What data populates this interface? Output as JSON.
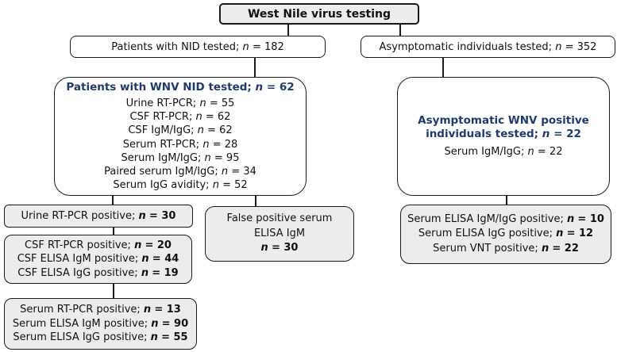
{
  "colors": {
    "header_blue": "#1f3a6e",
    "fill_gray": "#ececec",
    "fill_white": "#ffffff",
    "line": "#1a1a1a"
  },
  "boxes": {
    "top": {
      "label": "West Nile virus testing"
    },
    "nid_tested": {
      "pre": "Patients with NID tested;",
      "n": "n",
      "val": "= 182"
    },
    "asym_tested": {
      "pre": "Asymptomatic individuals tested;",
      "n": "n",
      "val": "= 352"
    },
    "wnv_nid_tested": {
      "header": {
        "pre": "Patients with WNV NID tested;",
        "n": "n",
        "val": "= 62"
      },
      "tests": [
        {
          "pre": "Urine RT-PCR;",
          "n": "n",
          "val": "= 55"
        },
        {
          "pre": "CSF RT-PCR;",
          "n": "n",
          "val": "= 62"
        },
        {
          "pre": "CSF IgM/IgG;",
          "n": "n",
          "val": "= 62"
        },
        {
          "pre": "Serum RT-PCR;",
          "n": "n",
          "val": "= 28"
        },
        {
          "pre": "Serum IgM/IgG;",
          "n": "n",
          "val": "= 95"
        },
        {
          "pre": "Paired serum IgM/IgG;",
          "n": "n",
          "val": "= 34"
        },
        {
          "pre": "Serum IgG avidity;",
          "n": "n",
          "val": "= 52"
        }
      ]
    },
    "asym_wnv_positive": {
      "header_line1": "Asymptomatic WNV positive",
      "header_line2": {
        "pre": "individuals tested;",
        "n": "n",
        "val": "= 22"
      },
      "test": {
        "pre": "Serum IgM/IgG;",
        "n": "n",
        "val": "= 22"
      }
    },
    "urine_positive": {
      "pre": "Urine RT-PCR positive;",
      "n": "n",
      "val": "= 30"
    },
    "csf_results": [
      {
        "pre": "CSF RT-PCR positive;",
        "n": "n",
        "val": "= 20"
      },
      {
        "pre": "CSF ELISA IgM positive;",
        "n": "n",
        "val": "= 44"
      },
      {
        "pre": "CSF ELISA IgG positive;",
        "n": "n",
        "val": "= 19"
      }
    ],
    "serum_results": [
      {
        "pre": "Serum RT-PCR positive;",
        "n": "n",
        "val": "= 13"
      },
      {
        "pre": "Serum ELISA IgM positive;",
        "n": "n",
        "val": "= 90"
      },
      {
        "pre": "Serum ELISA IgG positive;",
        "n": "n",
        "val": "= 55"
      }
    ],
    "false_positive": {
      "line1": "False positive serum",
      "line2": "ELISA IgM",
      "n": "n",
      "val": "= 30"
    },
    "asym_results": [
      {
        "pre": "Serum ELISA IgM/IgG positive;",
        "n": "n",
        "val": "= 10"
      },
      {
        "pre": "Serum ELISA IgG positive;",
        "n": "n",
        "val": "= 12"
      },
      {
        "pre": "Serum VNT positive;",
        "n": "n",
        "val": "= 22"
      }
    ]
  }
}
